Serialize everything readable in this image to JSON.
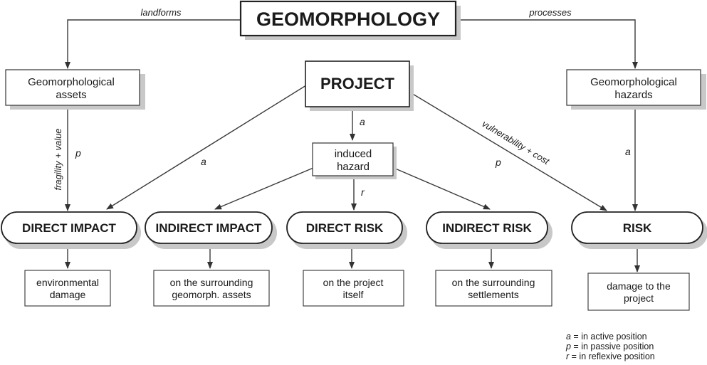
{
  "title": "GEOMORPHOLOGY",
  "boxes": {
    "assets": [
      "Geomorphological",
      "assets"
    ],
    "project": "PROJECT",
    "hazards": [
      "Geomorphological",
      "hazards"
    ],
    "induced": [
      "induced",
      "hazard"
    ]
  },
  "outcomes": {
    "direct_impact": "DIRECT IMPACT",
    "indirect_impact": "INDIRECT IMPACT",
    "direct_risk": "DIRECT RISK",
    "indirect_risk": "INDIRECT RISK",
    "risk": "RISK"
  },
  "effects": {
    "environmental": [
      "environmental",
      "damage"
    ],
    "surrounding_assets": [
      "on the surrounding",
      "geomorph. assets"
    ],
    "project_itself": [
      "on the project",
      "itself"
    ],
    "surrounding_settlements": [
      "on the surrounding",
      "settlements"
    ],
    "damage_project": [
      "damage to the",
      "project"
    ]
  },
  "edge_labels": {
    "landforms": "landforms",
    "processes": "processes",
    "fragility_value": "fragility + value",
    "p_assets": "p",
    "a_project_impact": "a",
    "a_project_induced": "a",
    "r_induced_risk": "r",
    "vulnerability_cost": "vulnerability + cost",
    "p_project_risk": "p",
    "a_hazards_risk": "a"
  },
  "legend": [
    {
      "symbol": "a",
      "text": " = in active position"
    },
    {
      "symbol": "p",
      "text": " = in passive position"
    },
    {
      "symbol": "r",
      "text": " =  in reflexive position"
    }
  ]
}
